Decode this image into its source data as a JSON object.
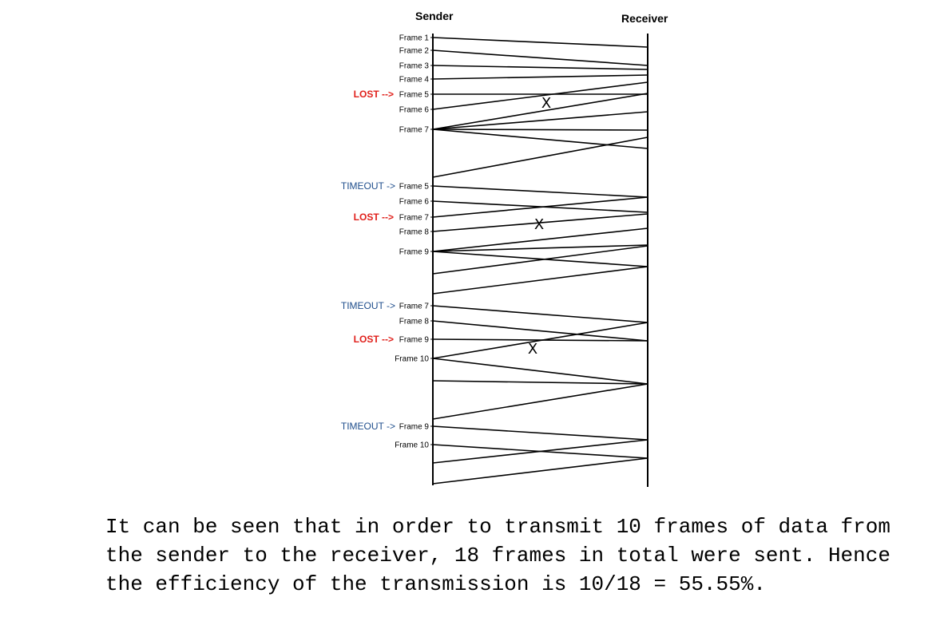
{
  "headers": {
    "sender": "Sender",
    "receiver": "Receiver"
  },
  "rows": [
    {
      "frame": "Frame 1"
    },
    {
      "frame": "Frame 2"
    },
    {
      "frame": "Frame 3"
    },
    {
      "frame": "Frame 4"
    },
    {
      "frame": "Frame 5",
      "tag": "LOST  -->",
      "tag_type": "lost"
    },
    {
      "frame": "Frame 6"
    },
    {
      "frame": "Frame 7"
    },
    {
      "frame": "Frame 5",
      "tag": "TIMEOUT ->",
      "tag_type": "timeout"
    },
    {
      "frame": "Frame 6"
    },
    {
      "frame": "Frame 7",
      "tag": "LOST  -->",
      "tag_type": "lost"
    },
    {
      "frame": "Frame 8"
    },
    {
      "frame": "Frame 9"
    },
    {
      "frame": "Frame 7",
      "tag": "TIMEOUT ->",
      "tag_type": "timeout"
    },
    {
      "frame": "Frame 8"
    },
    {
      "frame": "Frame 9",
      "tag": "LOST  -->",
      "tag_type": "lost"
    },
    {
      "frame": "Frame 10"
    },
    {
      "frame": "Frame 9",
      "tag": "TIMEOUT ->",
      "tag_type": "timeout"
    },
    {
      "frame": "Frame 10"
    }
  ],
  "loss_marker": "X",
  "caption": "It can be seen that in order to transmit 10 frames of data from the sender to the receiver, 18 frames in total were sent. Hence the efficiency of the transmission is 10/18 = 55.55%."
}
